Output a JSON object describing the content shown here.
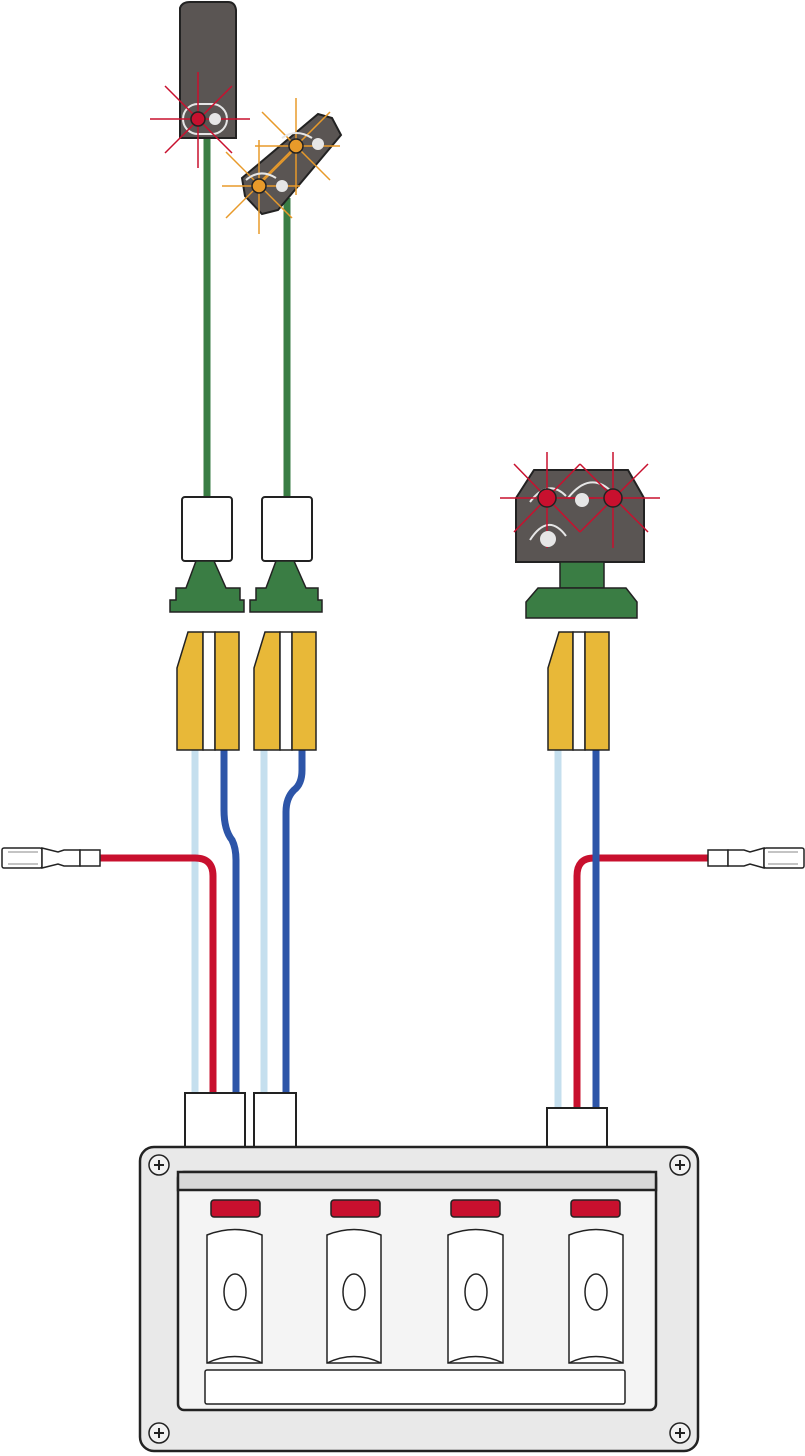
{
  "diagram": {
    "description_hidden": "",
    "colors": {
      "signal_body": "#5a5553",
      "signal_green": "#3a7d44",
      "connector_yellow": "#e8b838",
      "wire_light_blue": "#c5dfee",
      "wire_blue": "#2d55a8",
      "wire_red": "#c8102e",
      "lamp_red": "#c8102e",
      "lamp_orange": "#e89a2a",
      "lamp_off": "#e6e6e6",
      "panel_gray": "#e9e9e9",
      "outline": "#222222"
    },
    "components": [
      {
        "name": "mast-signal-red",
        "lamps": [
          "red-on",
          "off"
        ]
      },
      {
        "name": "mast-signal-double-orange",
        "lamps": [
          "orange-on",
          "off",
          "orange-on",
          "off"
        ]
      },
      {
        "name": "dwarf-signal",
        "lamps": [
          "red-on",
          "red-on",
          "off"
        ]
      },
      {
        "name": "switch-panel",
        "switches": 4,
        "indicator_color": "red"
      },
      {
        "name": "flat-plug-left"
      },
      {
        "name": "flat-plug-right"
      }
    ]
  }
}
